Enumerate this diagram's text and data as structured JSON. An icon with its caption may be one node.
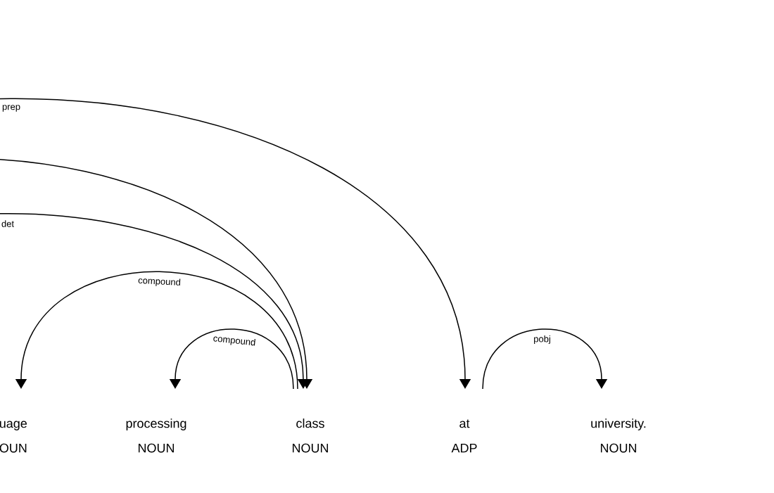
{
  "diagram": {
    "nodes": [
      {
        "text": [
          "uage",
          "OUN"
        ]
      },
      {
        "text": [
          "processing",
          "NOUN"
        ]
      },
      {
        "text": [
          "class",
          "NOUN"
        ]
      },
      {
        "text": [
          "at",
          "ADP"
        ]
      },
      {
        "text": [
          "university.",
          "NOUN"
        ]
      }
    ],
    "edges": [
      {
        "from": null,
        "to": 3,
        "arrow": "to",
        "label": "prep"
      },
      {
        "from": null,
        "to": 2,
        "arrow": "to"
      },
      {
        "from": null,
        "to": 2,
        "arrow": "to",
        "label": "det"
      },
      {
        "from": 2,
        "to": 0,
        "arrow": "to",
        "label": "compound"
      },
      {
        "from": 2,
        "to": 1,
        "arrow": "to",
        "label": "compound"
      },
      {
        "from": 3,
        "to": 4,
        "arrow": "to",
        "label": "pobj"
      }
    ]
  }
}
